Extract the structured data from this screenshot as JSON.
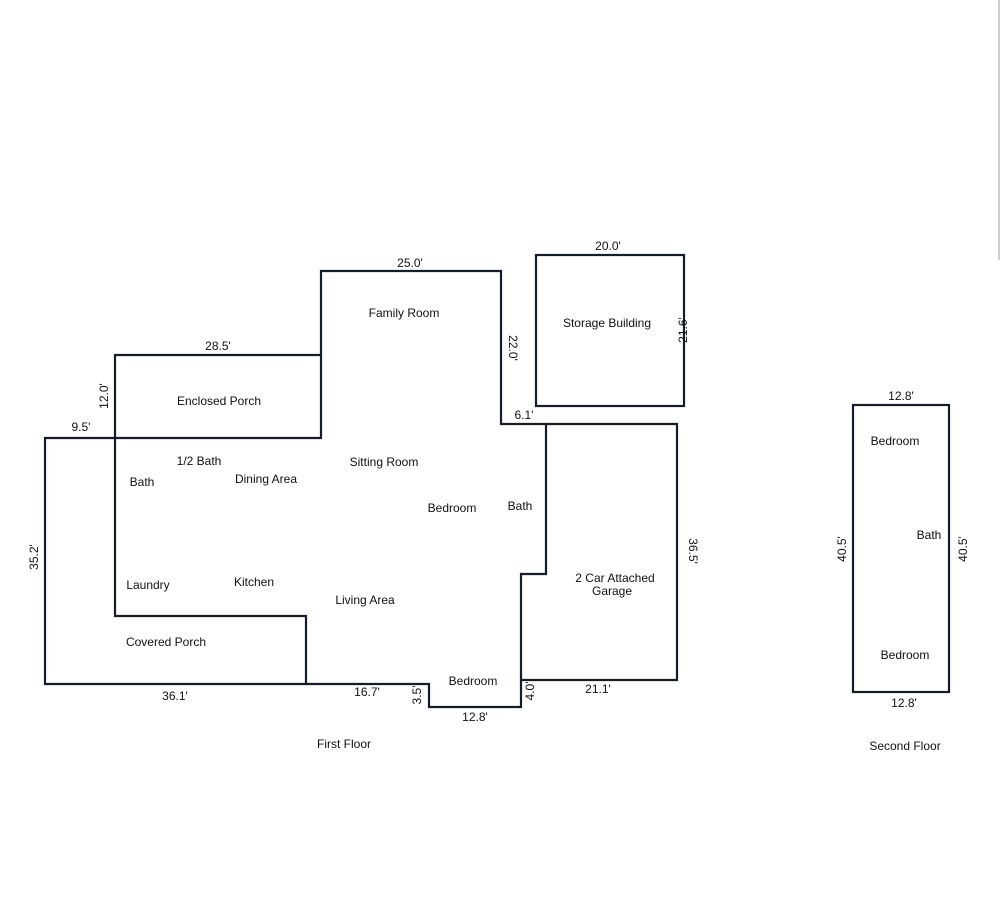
{
  "first_floor": {
    "title": "First Floor",
    "rooms": {
      "family_room": "Family Room",
      "enclosed_porch": "Enclosed Porch",
      "half_bath": "1/2 Bath",
      "bath_left": "Bath",
      "dining_area": "Dining Area",
      "sitting_room": "Sitting Room",
      "bedroom_center": "Bedroom",
      "bath_right": "Bath",
      "laundry": "Laundry",
      "kitchen": "Kitchen",
      "living_area": "Living Area",
      "covered_porch": "Covered Porch",
      "bedroom_bottom": "Bedroom",
      "garage_line1": "2 Car Attached",
      "garage_line2": "Garage",
      "storage_building": "Storage Building"
    },
    "dimensions": {
      "family_top": "25.0'",
      "enclosed_porch_top": "28.5'",
      "enclosed_porch_side": "12.0'",
      "left_top": "9.5'",
      "left_side": "35.2'",
      "bottom_left": "36.1'",
      "bottom_mid": "16.7'",
      "bump_side": "3.5'",
      "bump_bottom": "12.8'",
      "garage_step": "4.0'",
      "garage_bottom": "21.1'",
      "garage_side": "36.5'",
      "family_side": "22.0'",
      "notch": "6.1'",
      "storage_top": "20.0'",
      "storage_side": "21.6'"
    }
  },
  "second_floor": {
    "title": "Second Floor",
    "rooms": {
      "bedroom_top": "Bedroom",
      "bath": "Bath",
      "bedroom_bottom": "Bedroom"
    },
    "dimensions": {
      "top": "12.8'",
      "bottom": "12.8'",
      "left": "40.5'",
      "right": "40.5'"
    }
  }
}
